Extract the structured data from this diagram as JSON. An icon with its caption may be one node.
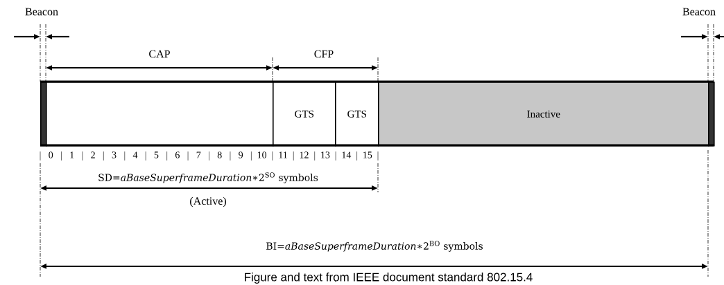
{
  "diagram": {
    "caption": "Figure and text from IEEE document standard 802.15.4",
    "nodes": [
      {
        "text": [],
        "shape": "bar"
      },
      {
        "text": [],
        "shape": "box"
      },
      {
        "text": [
          "GTS"
        ]
      },
      {
        "text": [
          "GTS"
        ]
      },
      {
        "text": [
          "Inactive"
        ]
      },
      {
        "text": [],
        "shape": "bar"
      }
    ],
    "labels": [
      "Beacon",
      "Beacon",
      "CAP",
      "CFP",
      "0",
      "1",
      "2",
      "3",
      "4",
      "5",
      "6",
      "7",
      "8",
      "9",
      "10",
      "11",
      "12",
      "13",
      "14",
      "15",
      "SD=*aBaseSuperframeDuration*∗2$^{SO}$ symbols",
      "(Active)",
      "BI=*aBaseSuperframeDuration*∗2$^{BO}$ symbols"
    ]
  }
}
